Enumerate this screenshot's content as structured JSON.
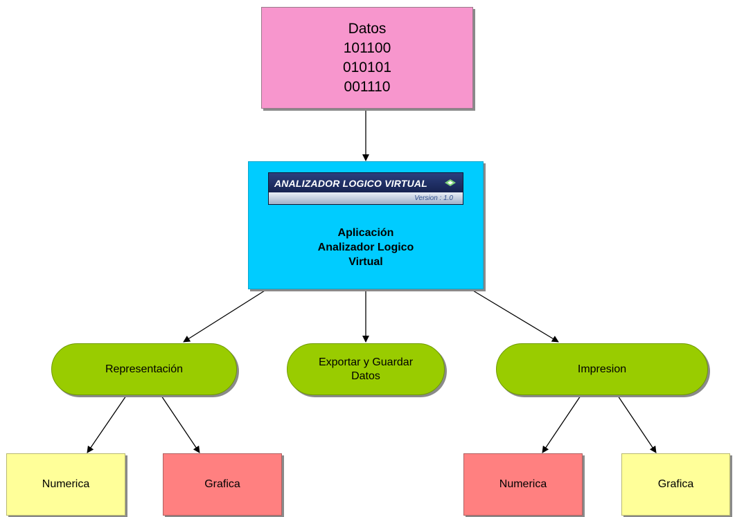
{
  "datos": {
    "title": "Datos",
    "lines": [
      "101100",
      "010101",
      "001110"
    ],
    "color": "#f796cd"
  },
  "app": {
    "banner_title": "ANALIZADOR LOGICO VIRTUAL",
    "banner_version": "Version : 1.0",
    "label_lines": [
      "Aplicación",
      "Analizador Logico",
      "Virtual"
    ],
    "color": "#00ccff"
  },
  "branches": [
    {
      "label_lines": [
        "Representación"
      ],
      "color": "#99cc00"
    },
    {
      "label_lines": [
        "Exportar y Guardar",
        "Datos"
      ],
      "color": "#99cc00"
    },
    {
      "label_lines": [
        "Impresion"
      ],
      "color": "#99cc00"
    }
  ],
  "leaves": [
    {
      "label": "Numerica",
      "color": "#ffff99"
    },
    {
      "label": "Grafica",
      "color": "#ff8080"
    },
    {
      "label": "Numerica",
      "color": "#ff8080"
    },
    {
      "label": "Grafica",
      "color": "#ffff99"
    }
  ]
}
